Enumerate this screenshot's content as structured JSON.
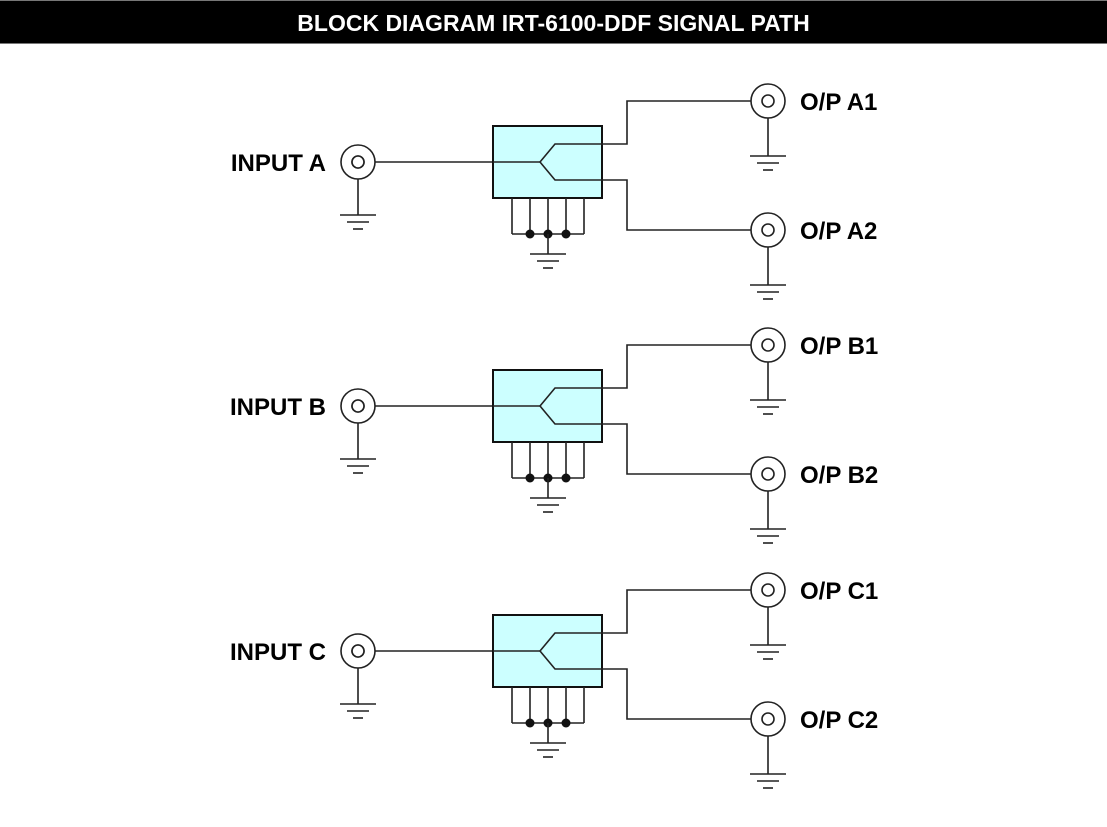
{
  "title": "BLOCK DIAGRAM IRT-6100-DDF SIGNAL PATH",
  "colors": {
    "title_bg": "#000000",
    "title_fg": "#ffffff",
    "block_fill": "#ccffff",
    "line": "#222222"
  },
  "channels": [
    {
      "id": "a",
      "input_label": "INPUT A",
      "outputs": [
        {
          "label": "O/P A1"
        },
        {
          "label": "O/P A2"
        }
      ]
    },
    {
      "id": "b",
      "input_label": "INPUT B",
      "outputs": [
        {
          "label": "O/P B1"
        },
        {
          "label": "O/P B2"
        }
      ]
    },
    {
      "id": "c",
      "input_label": "INPUT C",
      "outputs": [
        {
          "label": "O/P C1"
        },
        {
          "label": "O/P C2"
        }
      ]
    }
  ]
}
